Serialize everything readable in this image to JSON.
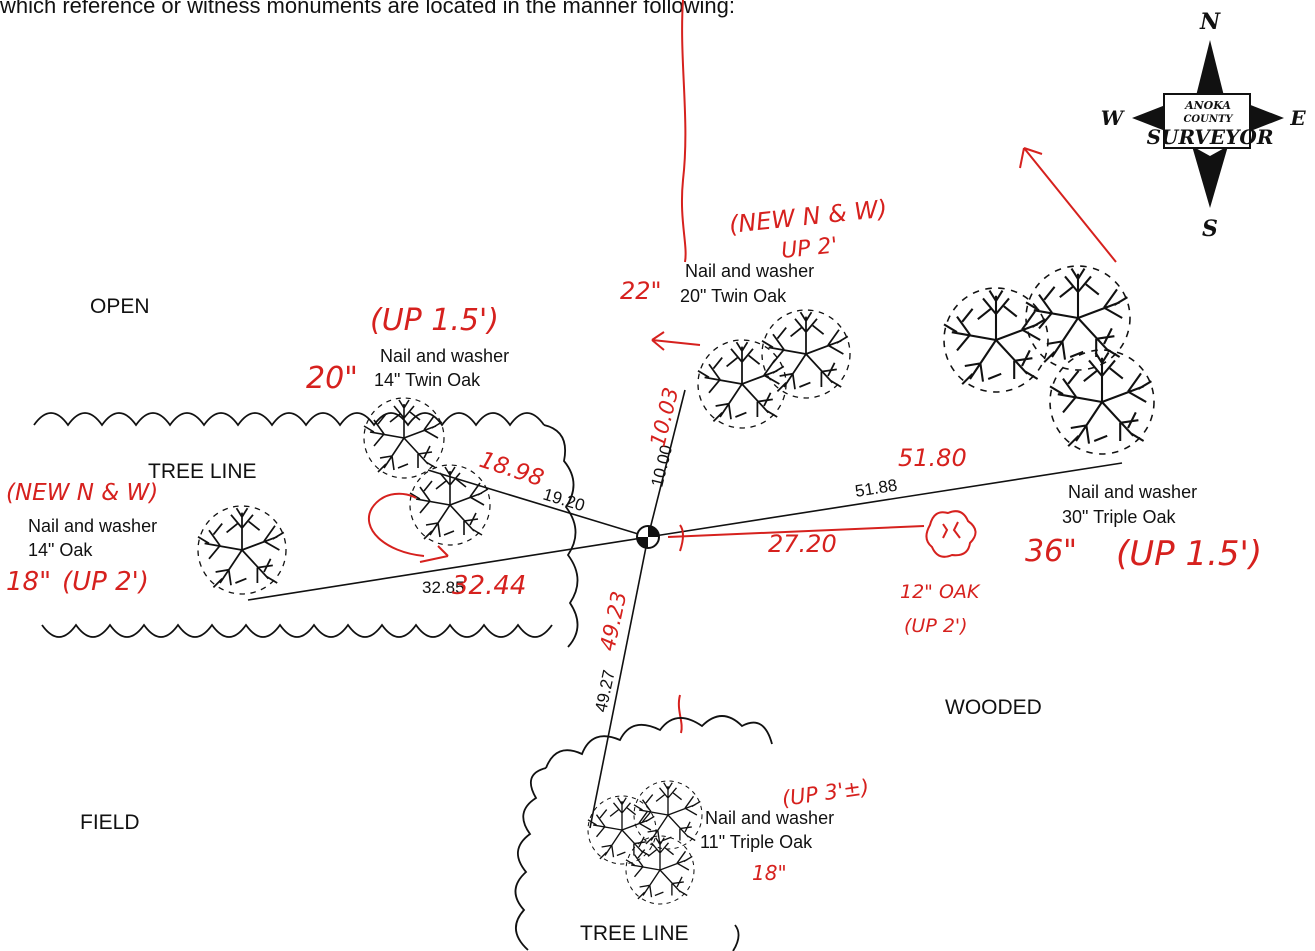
{
  "header_text": "which reference or witness monuments are located in the manner following:",
  "areas": {
    "open": "OPEN",
    "field": "FIELD",
    "wooded": "WOODED",
    "tree_line_left": "TREE LINE",
    "tree_line_bottom": "TREE LINE"
  },
  "compass": {
    "n": "N",
    "s": "S",
    "e": "E",
    "w": "W",
    "badge_line1": "ANOKA",
    "badge_line2": "COUNTY",
    "badge_line3": "SURVEYOR"
  },
  "monuments": {
    "west": {
      "line1": "Nail and washer",
      "size_old": "14",
      "line2_rest": "\" Oak"
    },
    "northwest": {
      "line1": "Nail and washer",
      "size_old": "14",
      "line2_rest": "\" Twin Oak"
    },
    "north": {
      "line1": "Nail and washer",
      "size_old": "20",
      "line2_rest": "\" Twin Oak"
    },
    "east": {
      "line1": "Nail and washer",
      "size_old": "30",
      "line2_rest": "\" Triple Oak"
    },
    "south": {
      "line1": "Nail and washer",
      "size_old": "11",
      "line2_rest": "\" Triple Oak"
    }
  },
  "distances": {
    "west_old": "32.85",
    "northwest_old": "19.20",
    "north_old": "10.00",
    "east_old": "51.88",
    "south_old": "49.27"
  },
  "annotations": {
    "west_new": "(NEW N & W)",
    "west_size": "18\"",
    "west_up": "(UP 2')",
    "west_dist": "32.44",
    "nw_up": "(UP 1.5')",
    "nw_size": "20\"",
    "nw_dist": "18.98",
    "north_new": "(NEW N & W)",
    "north_up": "UP 2'",
    "north_size": "22\"",
    "north_dist": "10.03",
    "east_dist": "51.80",
    "east_size": "36\"",
    "east_up": "(UP 1.5')",
    "new_oak_dist": "27.20",
    "new_oak_label": "12\" OAK",
    "new_oak_up": "(UP 2')",
    "south_up": "(UP 3'±)",
    "south_size": "18\"",
    "south_dist": "49.23"
  },
  "colors": {
    "ink_red": "#d6211e",
    "line_black": "#111111"
  }
}
